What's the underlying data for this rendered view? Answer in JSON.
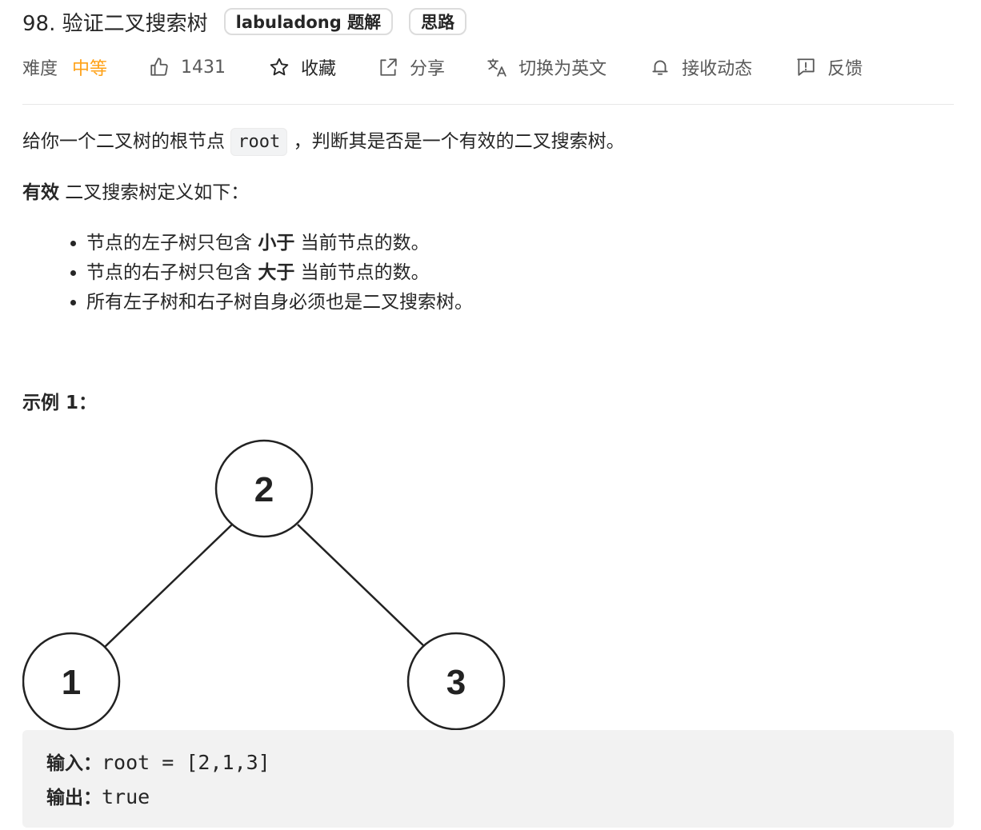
{
  "problem": {
    "title": "98. 验证二叉搜索树",
    "tags": [
      "labuladong 题解",
      "思路"
    ]
  },
  "meta": {
    "difficulty_label": "难度",
    "difficulty_value": "中等",
    "likes": "1431",
    "favorite": "收藏",
    "share": "分享",
    "translate": "切换为英文",
    "subscribe": "接收动态",
    "feedback": "反馈"
  },
  "description": {
    "p1_before": "给你一个二叉树的根节点",
    "p1_code": "root",
    "p1_after": "，判断其是否是一个有效的二叉搜索树。",
    "p2_bold": "有效",
    "p2_rest": " 二叉搜索树定义如下：",
    "rules": [
      {
        "before": "节点的左子树只包含 ",
        "bold": "小于",
        "after": " 当前节点的数。"
      },
      {
        "before": "节点的右子树只包含 ",
        "bold": "大于",
        "after": " 当前节点的数。"
      },
      {
        "before": "所有左子树和右子树自身必须也是二叉搜索树。",
        "bold": "",
        "after": ""
      }
    ]
  },
  "example": {
    "title": "示例 1：",
    "tree_nodes": [
      "2",
      "1",
      "3"
    ],
    "input_label": "输入：",
    "input_value": "root = [2,1,3]",
    "output_label": "输出：",
    "output_value": "true"
  },
  "colors": {
    "difficulty_medium": "#ffa116",
    "text": "#262626",
    "muted": "#595959"
  }
}
